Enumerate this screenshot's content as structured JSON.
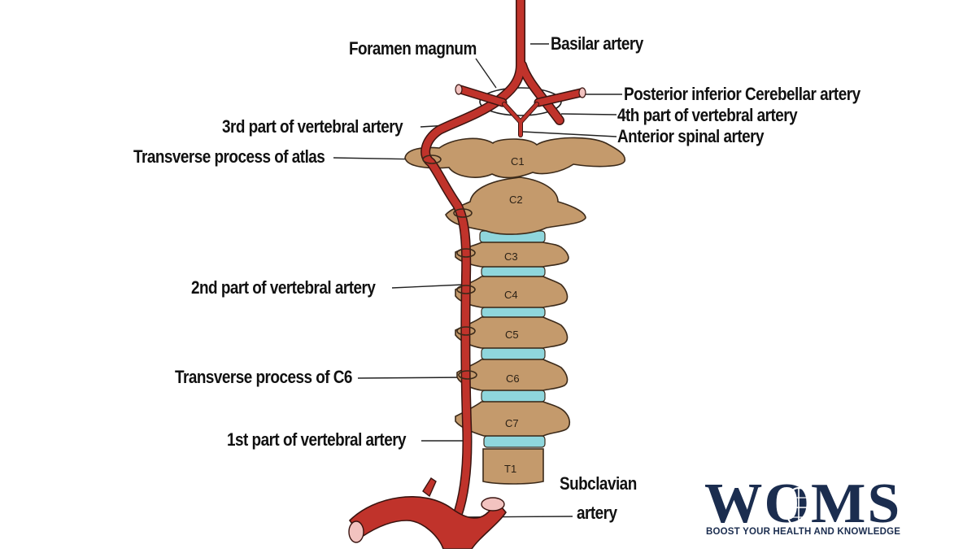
{
  "labels": {
    "foramen_magnum": "Foramen magnum",
    "basilar_artery": "Basilar artery",
    "pica": "Posterior inferior Cerebellar artery",
    "fourth_part": "4th part of vertebral artery",
    "third_part": "3rd part of vertebral artery",
    "anterior_spinal": "Anterior spinal artery",
    "tp_atlas": "Transverse process of atlas",
    "second_part": "2nd part of vertebral artery",
    "tp_c6": "Transverse process of C6",
    "first_part": "1st part of vertebral artery",
    "subclavian_1": "Subclavian",
    "subclavian_2": "artery"
  },
  "vertebrae": [
    "C1",
    "C2",
    "C3",
    "C4",
    "C5",
    "C6",
    "C7",
    "T1"
  ],
  "logo": {
    "word": "WOMS",
    "tagline": "BOOST YOUR HEALTH AND KNOWLEDGE"
  },
  "colors": {
    "artery": "#c0332b",
    "artery_outline": "#3a1410",
    "bone": "#c49a6c",
    "bone_outline": "#3b2a1a",
    "disc": "#8fd6dc",
    "logo": "#1b2d4f"
  }
}
